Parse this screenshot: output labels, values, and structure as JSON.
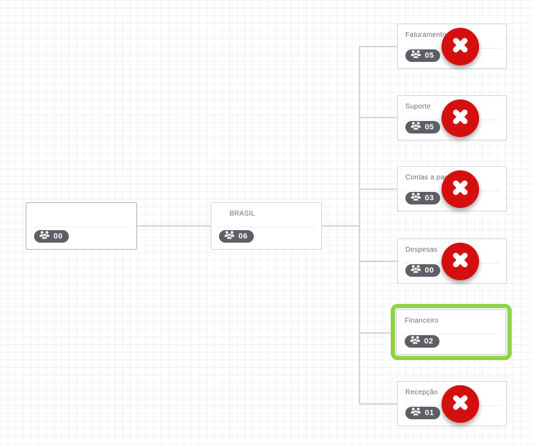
{
  "colors": {
    "node_border": "#d6d6da",
    "root_node_border": "#b4b4bc",
    "title_text": "#6e6e7a",
    "badge_background": "#5e5e66",
    "badge_text": "#ffffff",
    "connector_line": "#c6c6cc",
    "delete_button_red": "#d50f0f",
    "selection_outline_green": "#8fd349",
    "grid_line": "#f5f1f1"
  },
  "icons": {
    "members": "users-icon",
    "delete": "close-x-icon"
  },
  "org_chart": {
    "root": {
      "title": "",
      "member_count": "00"
    },
    "parent": {
      "title": "BRASIL",
      "member_count": "06"
    },
    "children": [
      {
        "title": "Faturamento",
        "member_count": "05",
        "deletable": true,
        "selected": false
      },
      {
        "title": "Suporte",
        "member_count": "05",
        "deletable": true,
        "selected": false
      },
      {
        "title": "Contas a pagar",
        "member_count": "03",
        "deletable": true,
        "selected": false
      },
      {
        "title": "Despesas",
        "member_count": "00",
        "deletable": true,
        "selected": false
      },
      {
        "title": "Financeiro",
        "member_count": "02",
        "deletable": false,
        "selected": true
      },
      {
        "title": "Recepção",
        "member_count": "01",
        "deletable": true,
        "selected": false
      }
    ]
  }
}
